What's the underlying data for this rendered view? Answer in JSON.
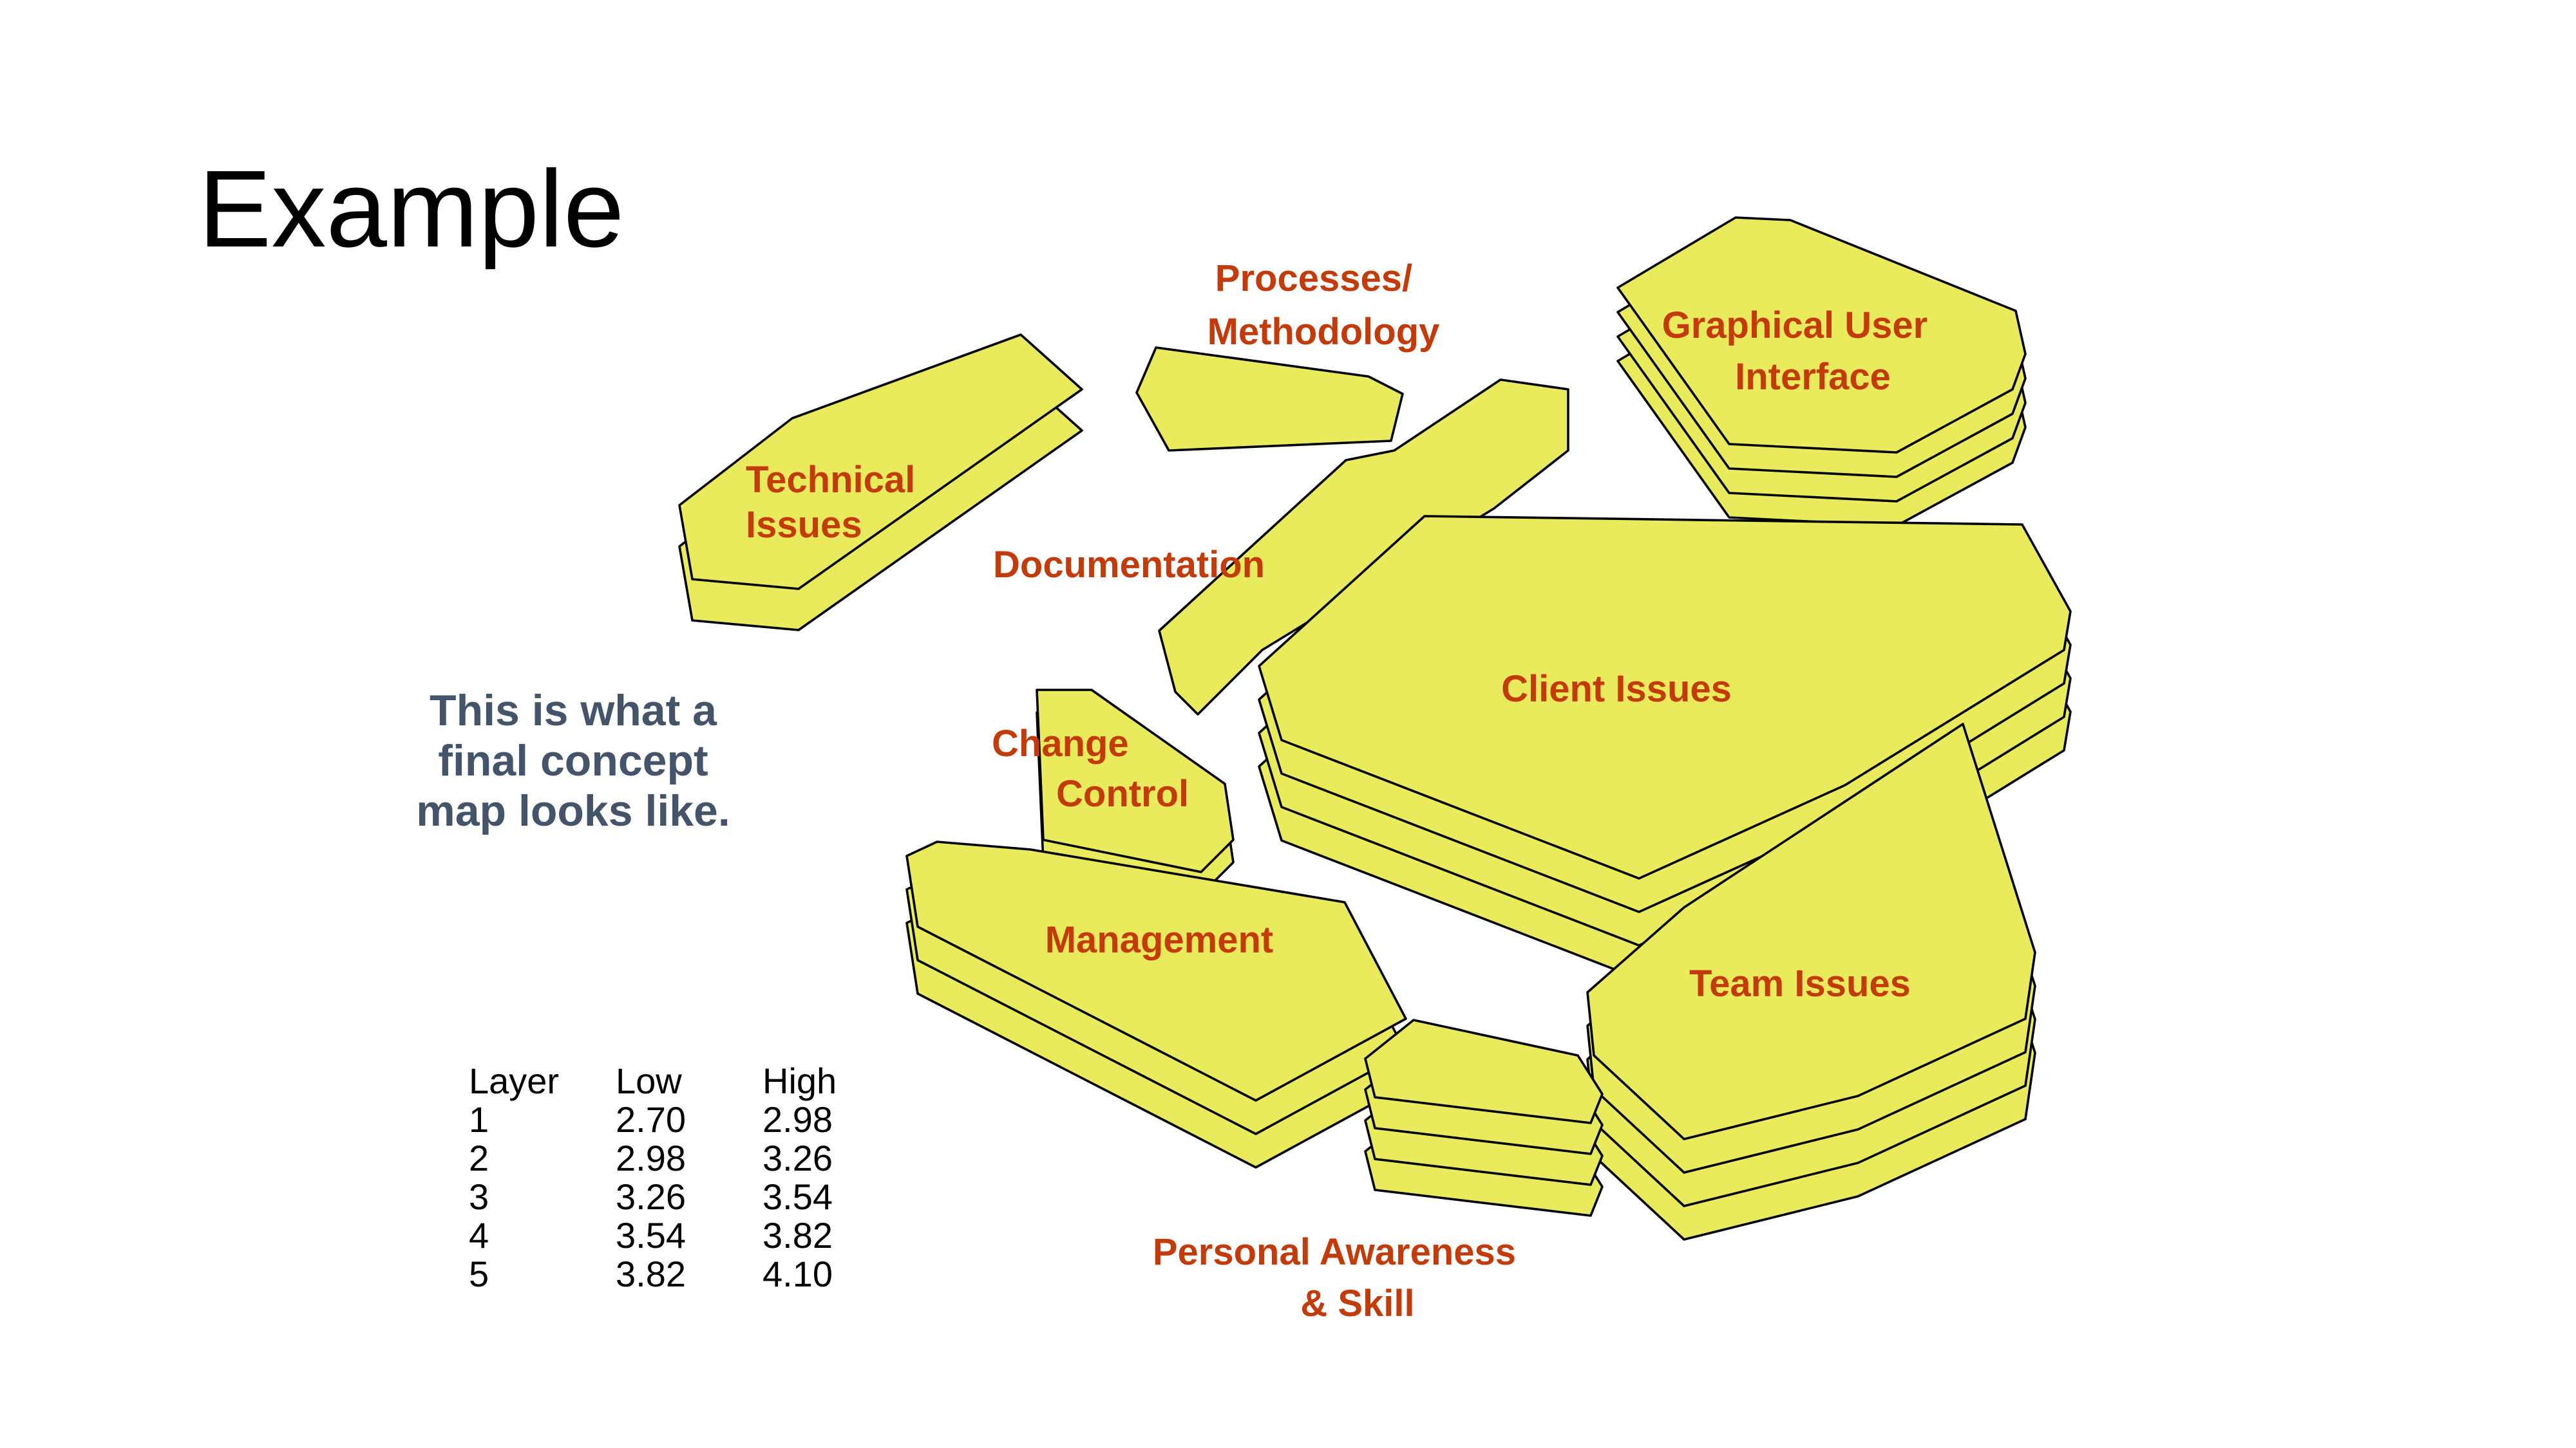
{
  "slide": {
    "title": "Example",
    "caption_lines": [
      "This is what a",
      "final concept",
      "map looks like."
    ]
  },
  "colors": {
    "cluster_fill": "#e9ea5c",
    "cluster_stroke": "#000000",
    "label_text": "#c33b0a",
    "caption_text": "#44546a"
  },
  "clusters": [
    {
      "id": "technical",
      "label_lines": [
        "Technical",
        "Issues"
      ],
      "layers": 2
    },
    {
      "id": "processes",
      "label_lines": [
        "Processes/",
        "Methodology"
      ],
      "layers": 1
    },
    {
      "id": "documentation",
      "label_lines": [
        "Documentation"
      ],
      "layers": 1
    },
    {
      "id": "gui",
      "label_lines": [
        "Graphical User",
        "Interface"
      ],
      "layers": 4
    },
    {
      "id": "client",
      "label_lines": [
        "Client Issues"
      ],
      "layers": 4
    },
    {
      "id": "change",
      "label_lines": [
        "Change",
        "Control"
      ],
      "layers": 2
    },
    {
      "id": "management",
      "label_lines": [
        "Management"
      ],
      "layers": 3
    },
    {
      "id": "team",
      "label_lines": [
        "Team Issues"
      ],
      "layers": 4
    },
    {
      "id": "personal",
      "label_lines": [
        "Personal Awareness",
        "& Skill"
      ],
      "layers": 4
    }
  ],
  "layer_table": {
    "headers": [
      "Layer",
      "Low",
      "High"
    ],
    "rows": [
      [
        "1",
        "2.70",
        "2.98"
      ],
      [
        "2",
        "2.98",
        "3.26"
      ],
      [
        "3",
        "3.26",
        "3.54"
      ],
      [
        "4",
        "3.54",
        "3.82"
      ],
      [
        "5",
        "3.82",
        "4.10"
      ]
    ]
  }
}
